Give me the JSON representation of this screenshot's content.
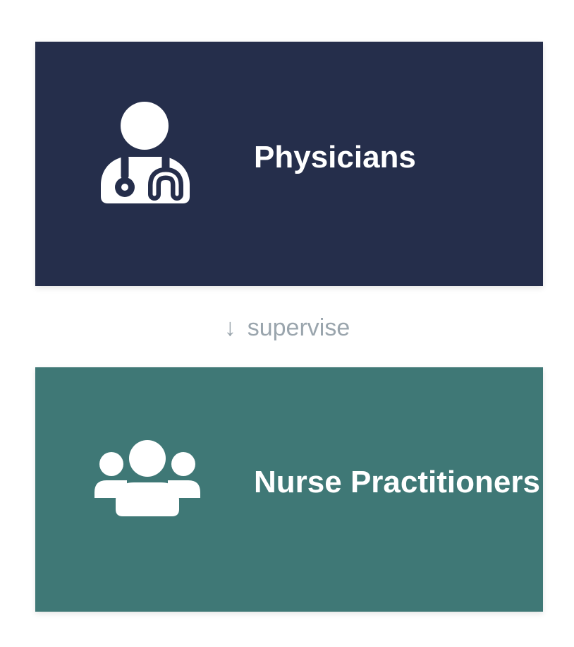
{
  "nodes": {
    "physicians": {
      "label": "Physicians",
      "icon": "doctor-stethoscope-icon",
      "color": "#252e4b"
    },
    "nurse_practitioners": {
      "label": "Nurse Practitioners",
      "icon": "users-group-icon",
      "color": "#3f7876"
    }
  },
  "edge": {
    "arrow": "↓",
    "label": "supervise",
    "color": "#9aa5ad"
  }
}
